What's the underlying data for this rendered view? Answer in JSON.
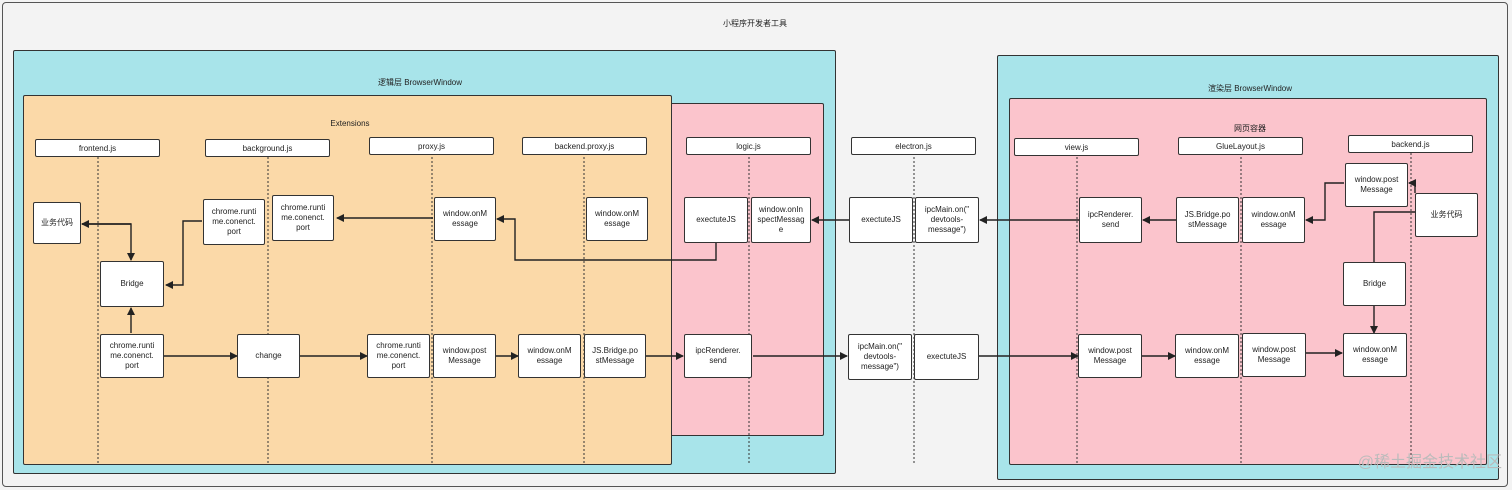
{
  "app_title": "小程序开发者工具",
  "logic_window_title": "逻辑层 BrowserWindow",
  "render_window_title": "渲染层 BrowserWindow",
  "extensions_title": "Extensions",
  "webview_title": "网页容器",
  "headers": {
    "frontend": "frontend.js",
    "background": "background.js",
    "proxy": "proxy.js",
    "backend_proxy": "backend.proxy.js",
    "logic": "logic.js",
    "electron": "electron.js",
    "view": "view.js",
    "gluelayout": "GlueLayout.js",
    "backend": "backend.js"
  },
  "boxes": {
    "biz_left": "业务代码",
    "bridge_left": "Bridge",
    "bg_port": "chrome.runti\nme.conenct.\nport",
    "bg_port2": "chrome.runti\nme.conenct.\nport",
    "proxy_onmsg": "window.onM\nessage",
    "bp_onmsg": "window.onM\nessage",
    "logic_exec": "exectuteJS",
    "logic_inspect": "window.onIn\nspectMessag\ne",
    "el_exec": "exectuteJS",
    "el_ipcmain": "ipcMain.on(\"\ndevtools-\nmessage\")",
    "view_send": "ipcRenderer.\nsend",
    "glue_bridge": "JS.Bridge.po\nstMessage",
    "glue_onmsg": "window.onM\nessage",
    "be_post": "window.post\nMessage",
    "biz_right": "业务代码",
    "bridge_right": "Bridge",
    "fe_port": "chrome.runti\nme.conenct.\nport",
    "change": "change",
    "proxy_port": "chrome.runti\nme.conenct.\nport",
    "proxy_post": "window.post\nMessage",
    "bp_onmsg2": "window.onM\nessage",
    "bp_bridge": "JS.Bridge.po\nstMessage",
    "logic_send": "ipcRenderer.\nsend",
    "el_ipcmain2": "ipcMain.on(\"\ndevtools-\nmessage\")",
    "el_exec2": "exectuteJS",
    "view_post": "window.post\nMessage",
    "glue_onmsg2": "window.onM\nessage",
    "glue_post": "window.post\nMessage",
    "be_onmsg": "window.onM\nessage"
  },
  "watermark": "@稀土掘金技术社区"
}
